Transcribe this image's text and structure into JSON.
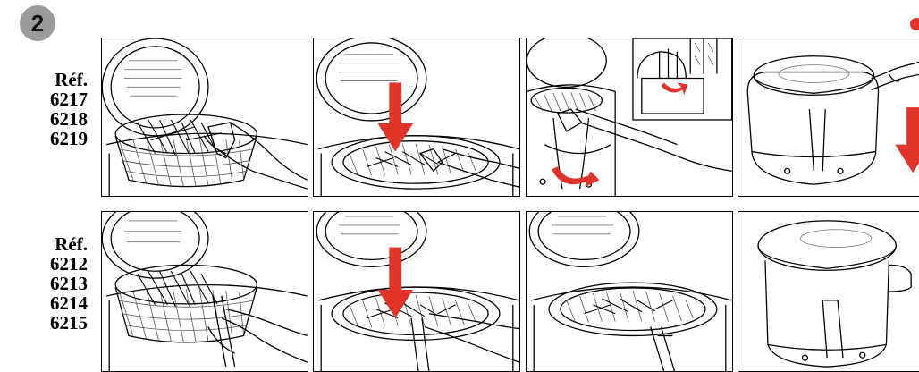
{
  "step": {
    "number": "2"
  },
  "accent_color": "#e0342b",
  "rows": [
    {
      "ref_label": "Réf.",
      "codes": [
        "6217",
        "6218",
        "6219"
      ]
    },
    {
      "ref_label": "Réf.",
      "codes": [
        "6212",
        "6213",
        "6214",
        "6215"
      ]
    }
  ],
  "panels": [
    {
      "row": 1,
      "col": 1,
      "depicts": "basket-lowered-handle-up"
    },
    {
      "row": 1,
      "col": 2,
      "depicts": "basket-pushed-down-arrow"
    },
    {
      "row": 1,
      "col": 3,
      "depicts": "handle-fold-curved-arrow"
    },
    {
      "row": 1,
      "col": 4,
      "depicts": "close-lid-down-arrow"
    },
    {
      "row": 2,
      "col": 1,
      "depicts": "basket-lowered-handle-up"
    },
    {
      "row": 2,
      "col": 2,
      "depicts": "basket-pushed-down-arrow"
    },
    {
      "row": 2,
      "col": 3,
      "depicts": "basket-in-fryer"
    },
    {
      "row": 2,
      "col": 4,
      "depicts": "lid-closed"
    }
  ]
}
